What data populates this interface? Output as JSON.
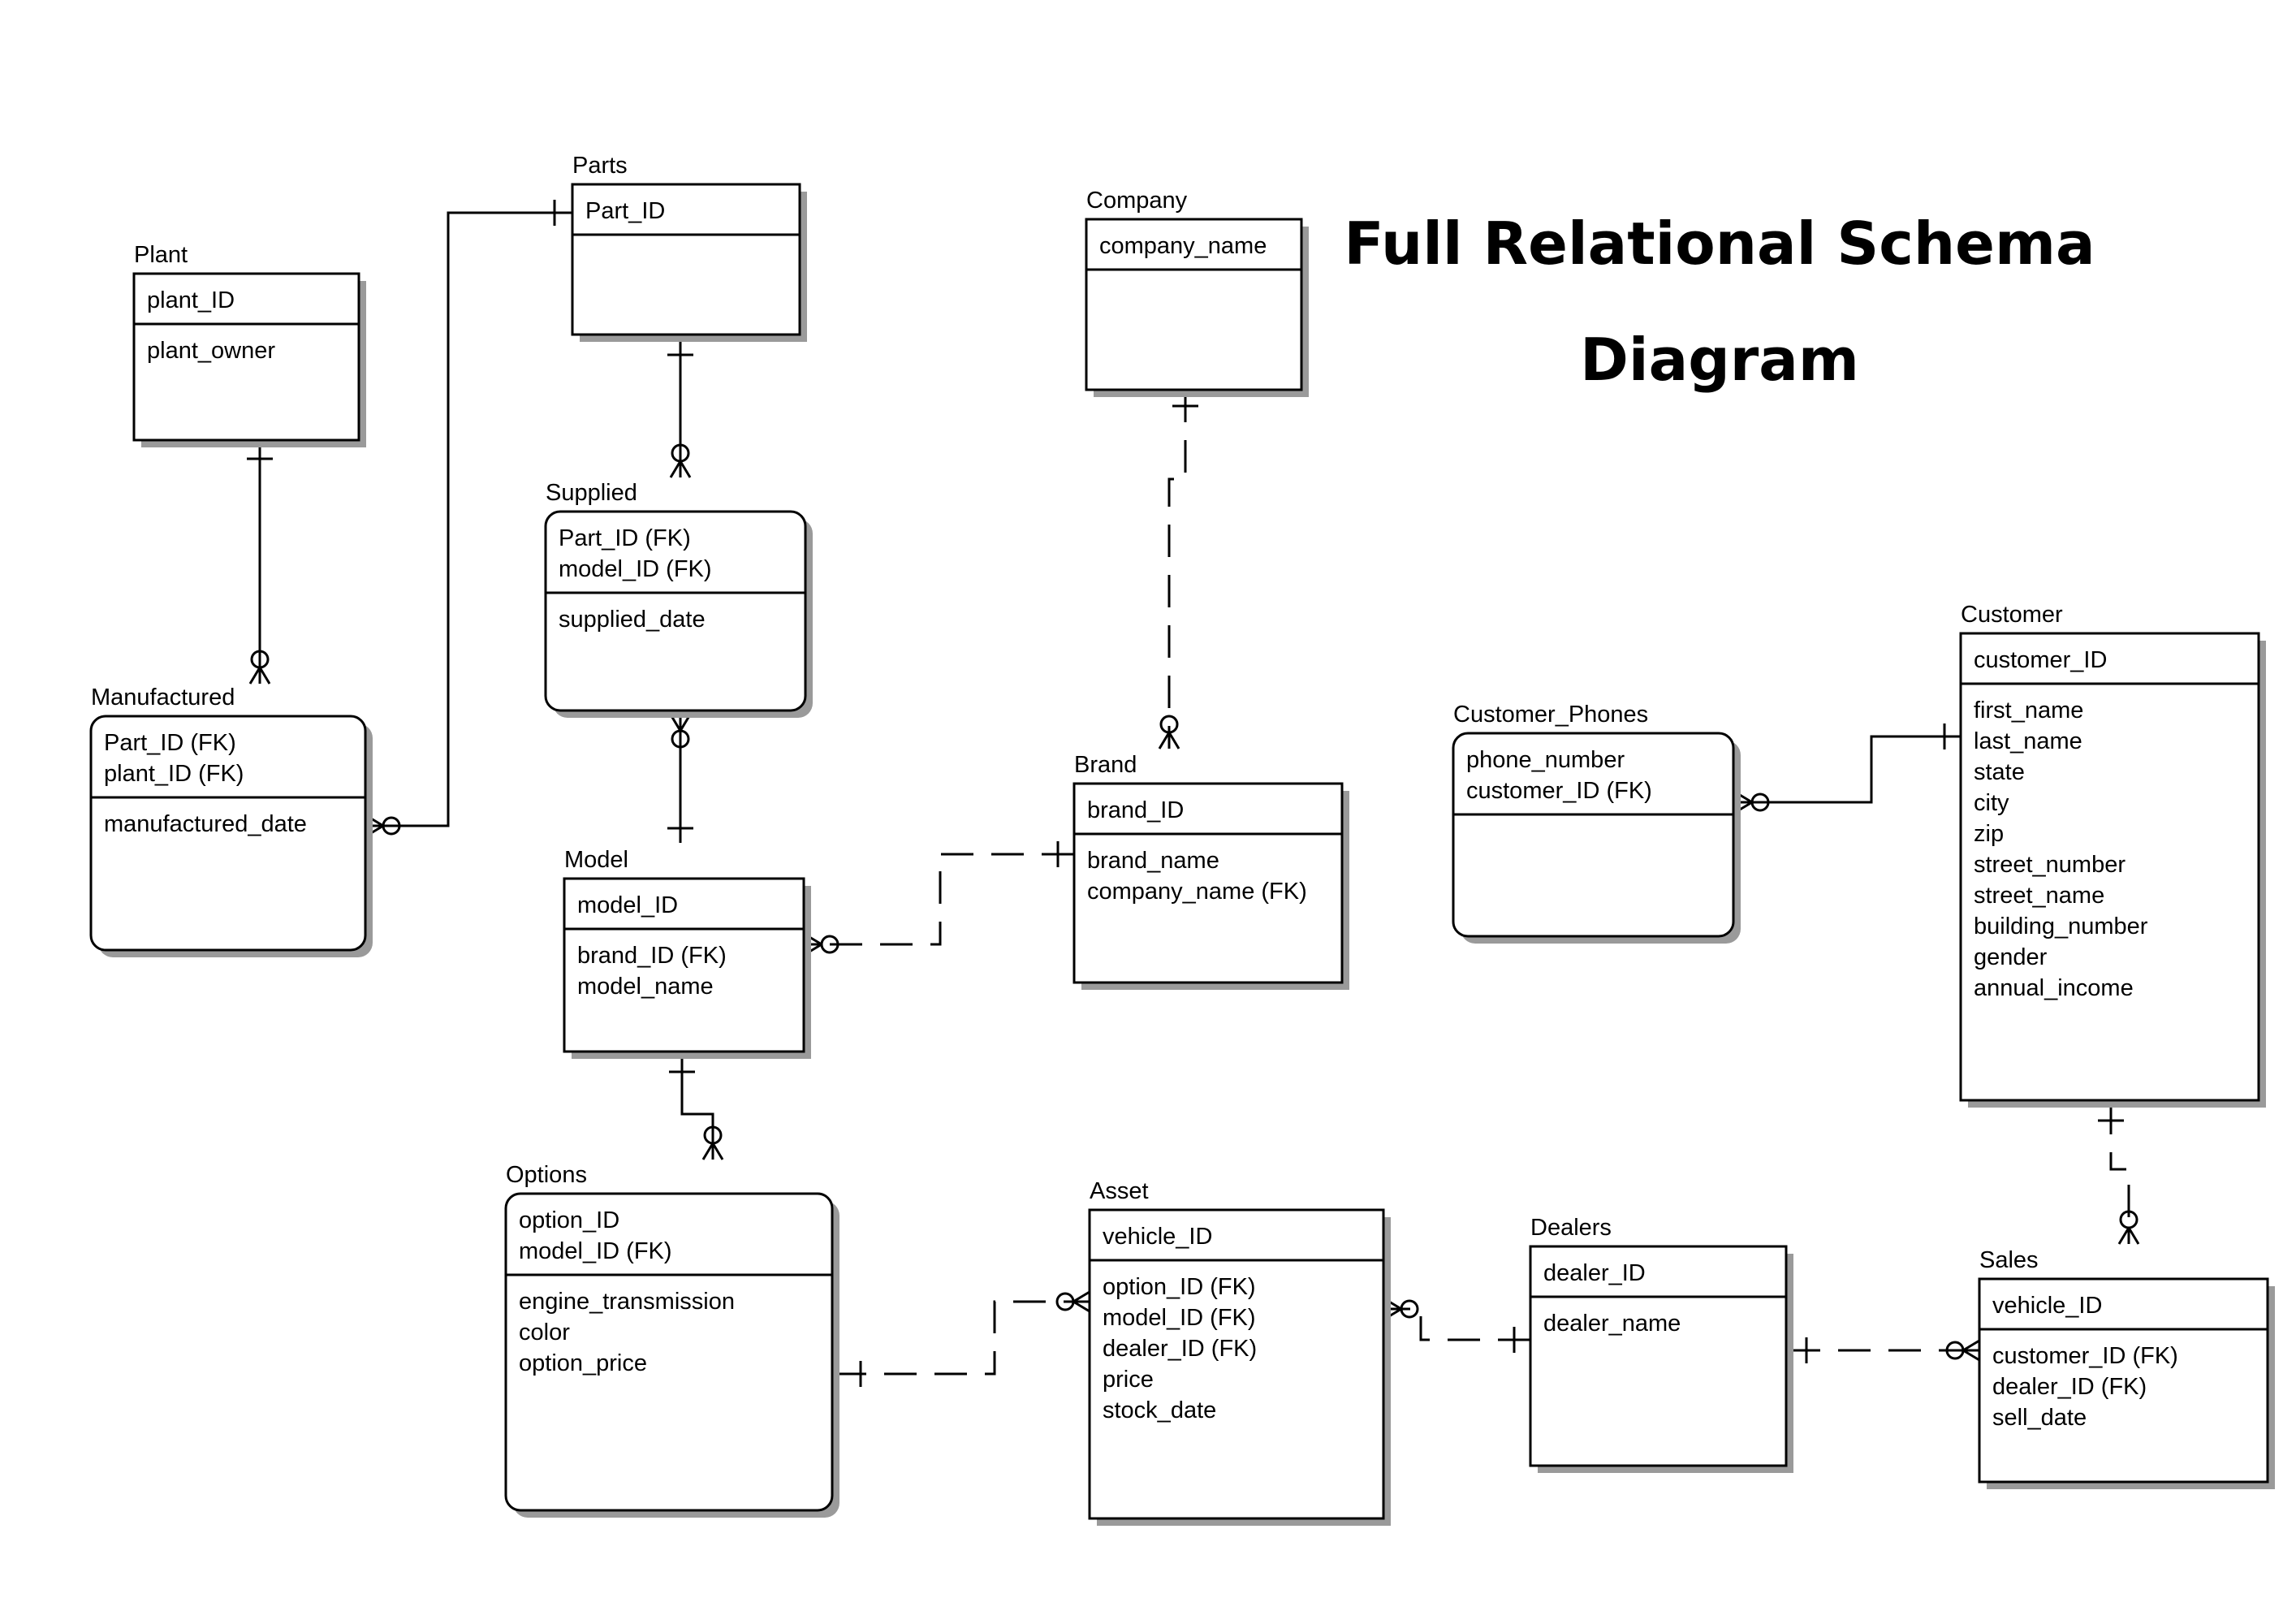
{
  "title_lines": [
    "Full Relational Schema",
    "Diagram"
  ],
  "entities": {
    "parts": {
      "name": "Parts",
      "keys": [
        "Part_ID"
      ],
      "attrs": []
    },
    "plant": {
      "name": "Plant",
      "keys": [
        "plant_ID"
      ],
      "attrs": [
        "plant_owner"
      ]
    },
    "company": {
      "name": "Company",
      "keys": [
        "company_name"
      ],
      "attrs": []
    },
    "supplied": {
      "name": "Supplied",
      "keys": [
        "Part_ID (FK)",
        "model_ID (FK)"
      ],
      "attrs": [
        "supplied_date"
      ]
    },
    "manufactured": {
      "name": "Manufactured",
      "keys": [
        "Part_ID (FK)",
        "plant_ID (FK)"
      ],
      "attrs": [
        "manufactured_date"
      ]
    },
    "brand": {
      "name": "Brand",
      "keys": [
        "brand_ID"
      ],
      "attrs": [
        "brand_name",
        "company_name (FK)"
      ]
    },
    "model": {
      "name": "Model",
      "keys": [
        "model_ID"
      ],
      "attrs": [
        "brand_ID (FK)",
        "model_name"
      ]
    },
    "customer_phones": {
      "name": "Customer_Phones",
      "keys": [
        "phone_number",
        "customer_ID (FK)"
      ],
      "attrs": []
    },
    "customer": {
      "name": "Customer",
      "keys": [
        "customer_ID"
      ],
      "attrs": [
        "first_name",
        "last_name",
        "state",
        "city",
        "zip",
        "street_number",
        "street_name",
        "building_number",
        "gender",
        "annual_income"
      ]
    },
    "options": {
      "name": "Options",
      "keys": [
        "option_ID",
        "model_ID (FK)"
      ],
      "attrs": [
        "engine_transmission",
        "color",
        "option_price"
      ]
    },
    "asset": {
      "name": "Asset",
      "keys": [
        "vehicle_ID"
      ],
      "attrs": [
        "option_ID (FK)",
        "model_ID (FK)",
        "dealer_ID (FK)",
        "price",
        "stock_date"
      ]
    },
    "dealers": {
      "name": "Dealers",
      "keys": [
        "dealer_ID"
      ],
      "attrs": [
        "dealer_name"
      ]
    },
    "sales": {
      "name": "Sales",
      "keys": [
        "vehicle_ID"
      ],
      "attrs": [
        "customer_ID (FK)",
        "dealer_ID (FK)",
        "sell_date"
      ]
    }
  },
  "relationships": [
    {
      "from": "Parts",
      "to": "Supplied",
      "style": "identifying"
    },
    {
      "from": "Model",
      "to": "Supplied",
      "style": "identifying"
    },
    {
      "from": "Plant",
      "to": "Manufactured",
      "style": "identifying"
    },
    {
      "from": "Parts",
      "to": "Manufactured",
      "style": "identifying"
    },
    {
      "from": "Company",
      "to": "Brand",
      "style": "non-identifying"
    },
    {
      "from": "Brand",
      "to": "Model",
      "style": "non-identifying"
    },
    {
      "from": "Model",
      "to": "Options",
      "style": "identifying"
    },
    {
      "from": "Customer",
      "to": "Customer_Phones",
      "style": "identifying"
    },
    {
      "from": "Customer",
      "to": "Sales",
      "style": "non-identifying"
    },
    {
      "from": "Options",
      "to": "Asset",
      "style": "non-identifying"
    },
    {
      "from": "Dealers",
      "to": "Asset",
      "style": "non-identifying"
    },
    {
      "from": "Dealers",
      "to": "Sales",
      "style": "non-identifying"
    }
  ]
}
